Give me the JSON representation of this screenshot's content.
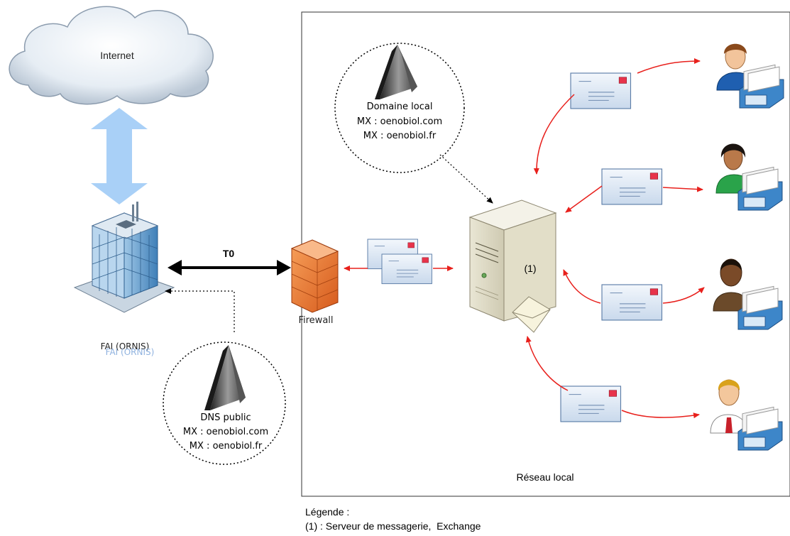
{
  "internet": {
    "label": "Internet"
  },
  "isp": {
    "label": "FAI (ORNIS)",
    "label_shadow": "FAI (ORNIS)"
  },
  "link": {
    "label": "T0"
  },
  "firewall": {
    "label": "Firewall"
  },
  "public_dns": {
    "title": "DNS public",
    "mx": [
      "MX : oenobiol.com",
      "MX : oenobiol.fr"
    ]
  },
  "local_domain": {
    "title": "Domaine local",
    "mx": [
      "MX : oenobiol.com",
      "MX : oenobiol.fr"
    ]
  },
  "server": {
    "marker": "(1)"
  },
  "local_network": {
    "label": "Réseau local"
  },
  "legend": {
    "title": "Légende :",
    "items": [
      "(1) : Serveur de messagerie,  Exchange"
    ]
  },
  "colors": {
    "arrow_red": "#e8201c",
    "big_arrow": "#a9d0f7",
    "user_blue": "#1f5fb0",
    "user_green": "#2aa34a"
  }
}
